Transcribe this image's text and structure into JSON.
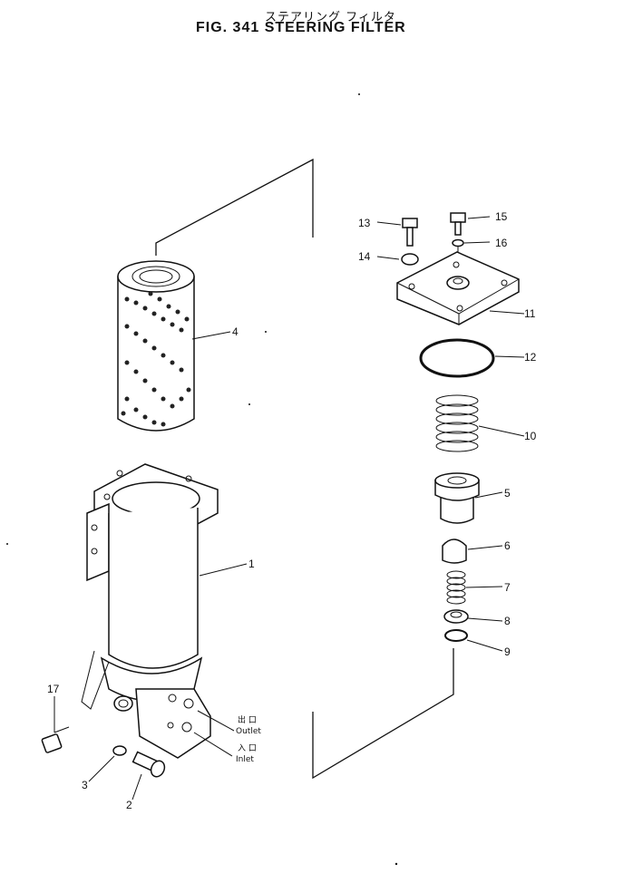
{
  "title_jp": "ステアリング フィルタ",
  "title_en": "FIG. 341   STEERING  FILTER",
  "parts": {
    "p1": "1",
    "p2": "2",
    "p3": "3",
    "p4": "4",
    "p5": "5",
    "p6": "6",
    "p7": "7",
    "p8": "8",
    "p9": "9",
    "p10": "10",
    "p11": "11",
    "p12": "12",
    "p13": "13",
    "p14": "14",
    "p15": "15",
    "p16": "16",
    "p17": "17"
  },
  "ports": {
    "outlet_jp": "出 口",
    "outlet": "Outlet",
    "inlet_jp": "入 口",
    "inlet": "Inlet"
  }
}
